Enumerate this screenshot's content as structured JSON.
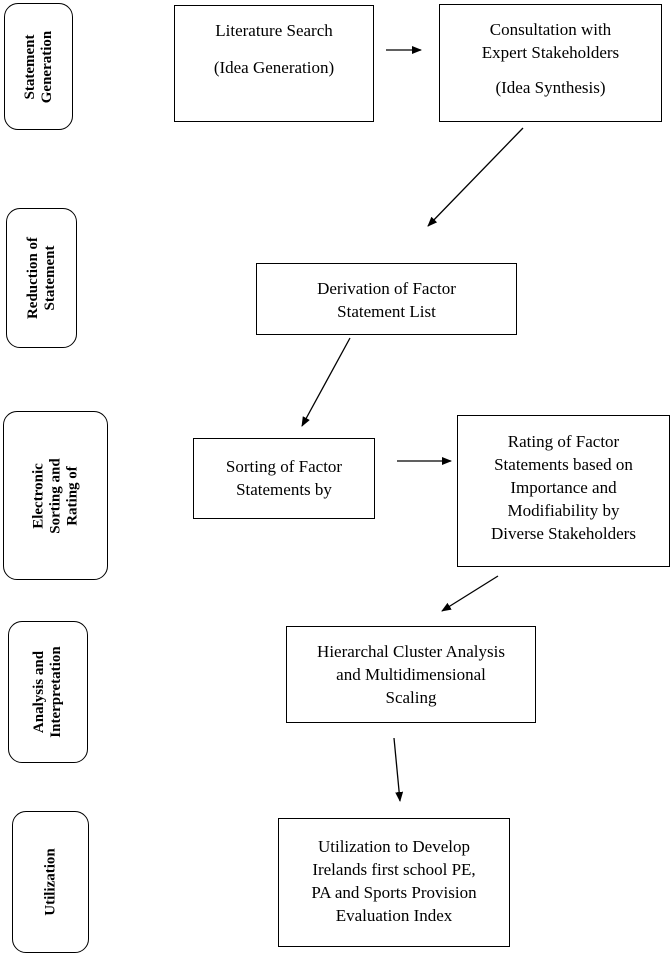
{
  "stages": [
    {
      "id": "statement-generation",
      "label": "Statement\nGeneration"
    },
    {
      "id": "reduction-of-statement",
      "label": "Reduction of\nStatement"
    },
    {
      "id": "electronic-sorting-rating",
      "label": "Electronic\nSorting and\nRating of"
    },
    {
      "id": "analysis-interpretation",
      "label": "Analysis and\nInterpretation"
    },
    {
      "id": "utilization",
      "label": "Utilization"
    }
  ],
  "steps": {
    "literature_search": {
      "title": "Literature Search",
      "sub": "(Idea Generation)"
    },
    "consultation": {
      "title": "Consultation with\nExpert Stakeholders",
      "sub": "(Idea Synthesis)"
    },
    "derivation": {
      "title": "Derivation of Factor\nStatement List"
    },
    "sorting": {
      "title": "Sorting of Factor\nStatements by"
    },
    "rating": {
      "title": "Rating of Factor\nStatements based on\nImportance and\nModifiability by\nDiverse Stakeholders"
    },
    "cluster_analysis": {
      "title": "Hierarchal Cluster Analysis\nand Multidimensional\nScaling"
    },
    "utilization_step": {
      "title": "Utilization to Develop\nIrelands first school PE,\nPA and Sports Provision\nEvaluation Index"
    }
  }
}
